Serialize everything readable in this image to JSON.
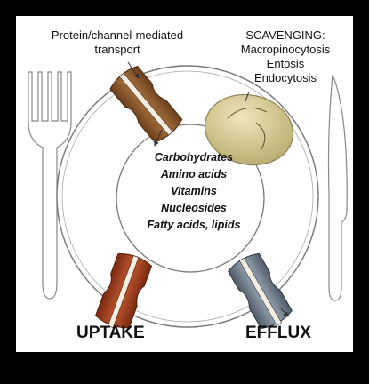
{
  "labels": {
    "transport": [
      "Protein/channel-mediated",
      "transport"
    ],
    "scavenging": [
      "SCAVENGING:",
      "Macropinocytosis",
      "Entosis",
      "Endocytosis"
    ],
    "nutrients": [
      "Carbohydrates",
      "Amino acids",
      "Vitamins",
      "Nucleosides",
      "Fatty acids, lipids"
    ],
    "uptake": "UPTAKE",
    "efflux": "EFFLUX"
  },
  "colors": {
    "transporter_brown": "#8a5a2e",
    "uptake_red": "#9b3a1e",
    "efflux_gray": "#6e7d8c",
    "vesicle_olive": "#d9cf9a",
    "plate_line": "#777777"
  },
  "icons": [
    "fork-icon",
    "knife-icon",
    "plate-icon"
  ]
}
